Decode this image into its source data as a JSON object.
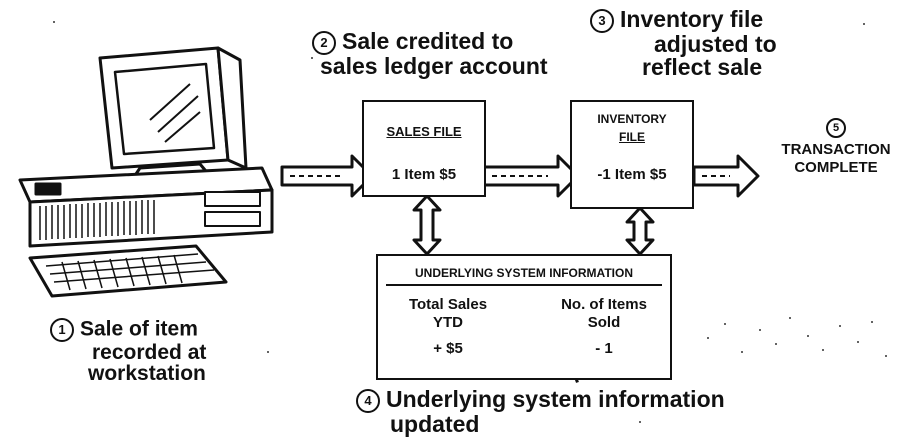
{
  "steps": {
    "step1": {
      "number": "1",
      "lines": [
        "Sale of item",
        "recorded at",
        "workstation"
      ]
    },
    "step2": {
      "number": "2",
      "lines": [
        "Sale credited to",
        "sales ledger account"
      ]
    },
    "step3": {
      "number": "3",
      "lines": [
        "Inventory file",
        "adjusted to",
        "reflect sale"
      ]
    },
    "step4": {
      "number": "4",
      "lines": [
        "Underlying system information",
        "updated"
      ]
    },
    "step5": {
      "number": "5",
      "lines": [
        "TRANSACTION",
        "COMPLETE"
      ]
    }
  },
  "sales_file": {
    "title": "SALES FILE",
    "value": "1 Item $5"
  },
  "inventory_file": {
    "title_line1": "INVENTORY",
    "title_line2": "FILE",
    "value": "-1 Item $5"
  },
  "system_info": {
    "title": "UNDERLYING SYSTEM INFORMATION",
    "left_label_1": "Total Sales",
    "left_label_2": "YTD",
    "left_value": "+ $5",
    "right_label_1": "No. of Items",
    "right_label_2": "Sold",
    "right_value": "- 1"
  }
}
